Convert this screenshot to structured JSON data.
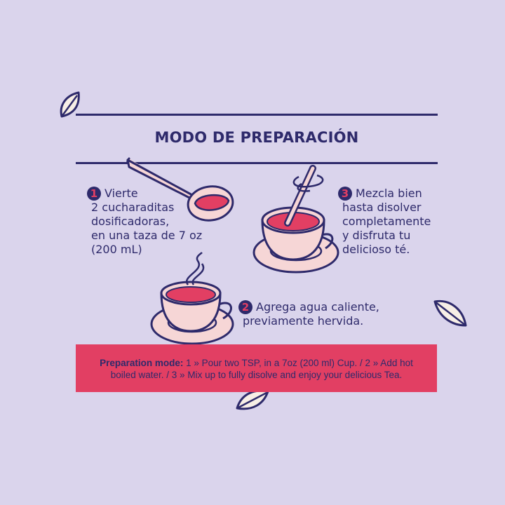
{
  "title": "MODO DE PREPARACIÓN",
  "steps": [
    {
      "number": "1",
      "lines": [
        "Vierte",
        "2 cucharaditas",
        "dosificadoras,",
        "en una taza de  7 oz",
        "(200 mL)"
      ]
    },
    {
      "number": "2",
      "lines": [
        "Agrega agua caliente,",
        "previamente hervida."
      ]
    },
    {
      "number": "3",
      "lines": [
        "Mezcla bien",
        "hasta disolver",
        "completamente",
        "y disfruta tu",
        "delicioso té."
      ]
    }
  ],
  "banner": {
    "label": "Preparation mode:",
    "text": " 1 » Pour two TSP, in a 7oz (200 ml) Cup. / 2 » Add hot boiled water. / 3 » Mix up to fully disolve and enjoy your delicious Tea."
  },
  "colors": {
    "background": "#dad4ec",
    "ink": "#2e2a6b",
    "accent": "#e23f63",
    "cup": "#f6d6d6",
    "tea": "#e23f63"
  }
}
